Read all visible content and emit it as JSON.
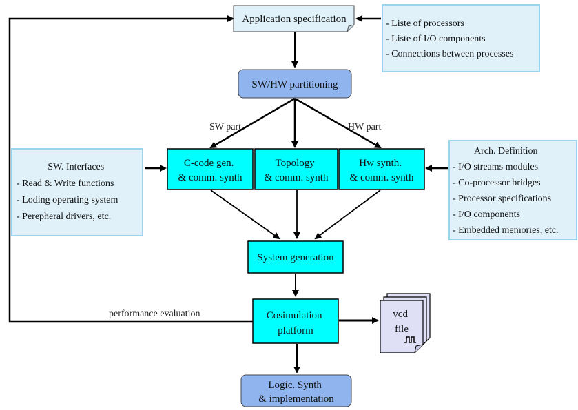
{
  "colors": {
    "cyan_box": "#00ffff",
    "blue_box": "#8fb4ee",
    "light_box": "#e0f1fa",
    "light_border": "#99d4ec",
    "doc_fill": "#dfe0f6",
    "edge": "#000000"
  },
  "nodes": {
    "app_spec": "Application specification",
    "partitioning": "SW/HW partitioning",
    "ccode": [
      "C-code gen.",
      "& comm. synth"
    ],
    "topology": [
      "Topology",
      "& comm. synth"
    ],
    "hwsynth": [
      "Hw synth.",
      "& comm. synth"
    ],
    "sysgen": "System generation",
    "cosim": [
      "Cosimulation",
      "platform"
    ],
    "logic": [
      "Logic. Synth",
      "& implementation"
    ],
    "vcd": [
      "vcd",
      "file"
    ]
  },
  "notes": {
    "processors": [
      "- Liste of processors",
      "- Liste of I/O components",
      "- Connections between processes"
    ],
    "sw_interfaces": {
      "title": "SW. Interfaces",
      "items": [
        "- Read & Write functions",
        "- Loding operating system",
        "- Perepheral  drivers, etc."
      ]
    },
    "arch_def": {
      "title": "Arch. Definition",
      "items": [
        "- I/O streams modules",
        "- Co-processor bridges",
        "- Processor specifications",
        "-  I/O components",
        "- Embedded memories, etc."
      ]
    }
  },
  "edge_labels": {
    "sw_part": "SW part",
    "hw_part": "HW part",
    "perf_eval": "performance evaluation"
  }
}
